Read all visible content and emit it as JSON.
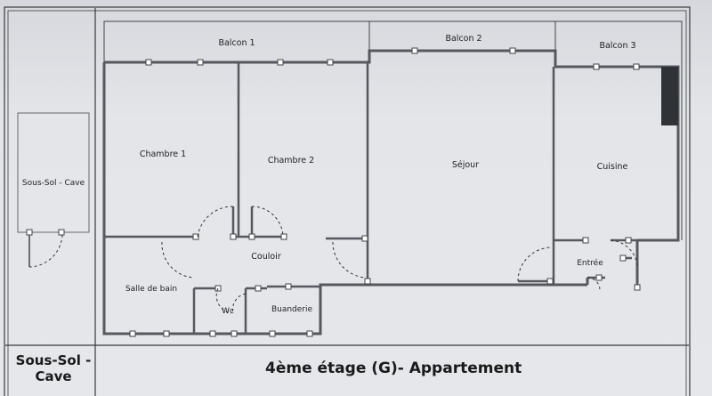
{
  "rooms": {
    "balcon1": "Balcon 1",
    "balcon2": "Balcon 2",
    "balcon3": "Balcon 3",
    "chambre1": "Chambre 1",
    "chambre2": "Chambre 2",
    "sejour": "Séjour",
    "cuisine": "Cuisine",
    "couloir": "Couloir",
    "salle_de_bain": "Salle de bain",
    "wc": "Wc",
    "buanderie": "Buanderie",
    "entree": "Entrée",
    "cave": "Sous-Sol - Cave"
  },
  "footer": {
    "left_line1": "Sous-Sol -",
    "left_line2": "Cave",
    "title": "4ème étage (G)- Appartement"
  },
  "colors": {
    "wall": "#55585e",
    "kitchen_block": "#2f3236",
    "frame": "#3a3a3a"
  }
}
